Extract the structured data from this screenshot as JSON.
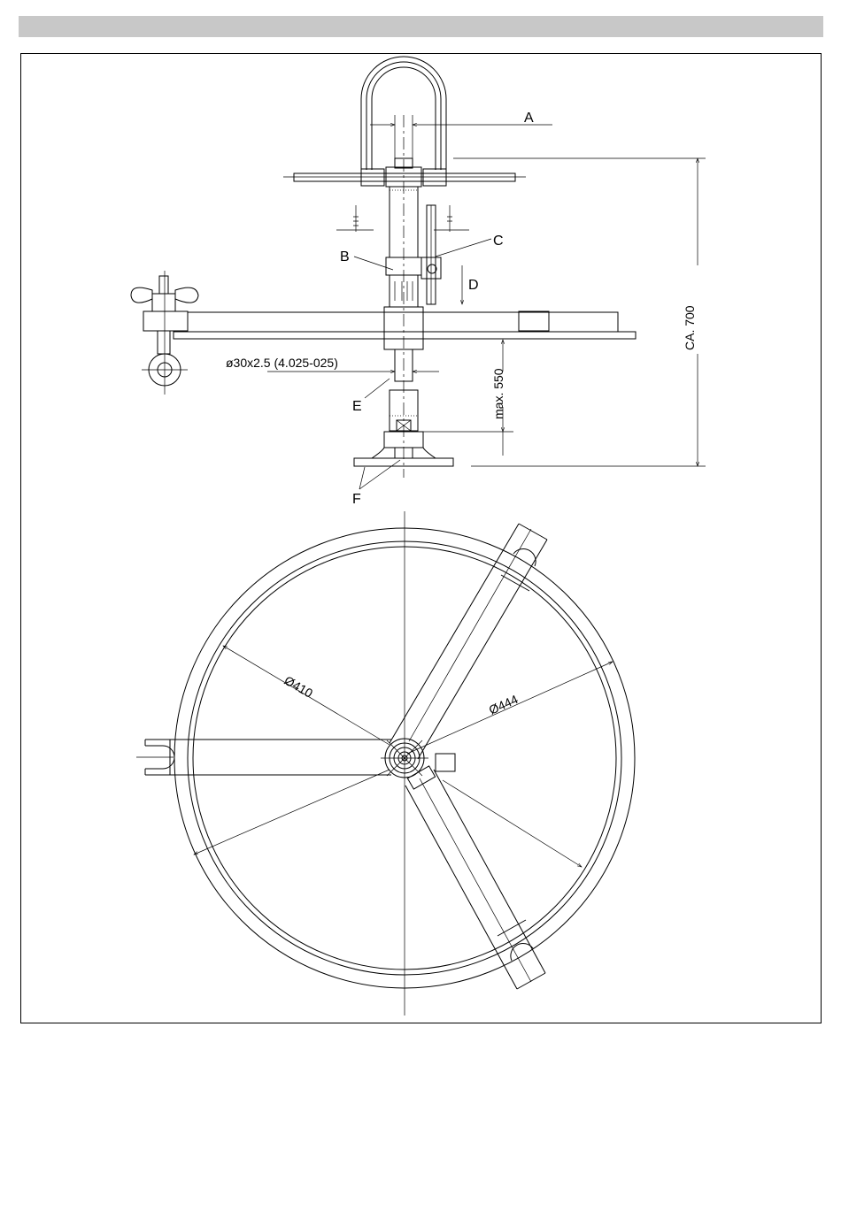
{
  "labels": {
    "a": "A",
    "b": "B",
    "c": "C",
    "d": "D",
    "e": "E",
    "f": "F"
  },
  "dimensions": {
    "height_total": "CA. 700",
    "max_extension": "max. 550",
    "tube_spec": "ø30x2.5 (4.025-025)",
    "inner_diameter": "Ø410",
    "outer_diameter": "Ø444"
  }
}
